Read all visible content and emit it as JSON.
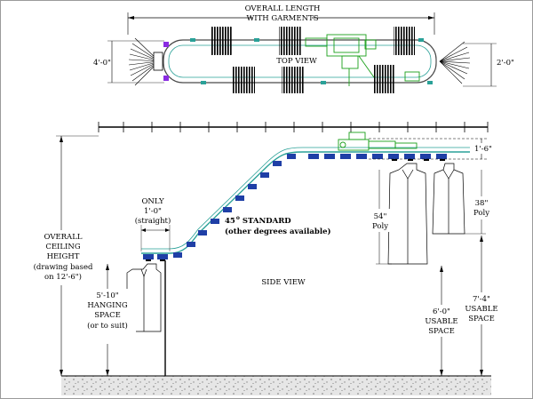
{
  "top_view": {
    "overall_length_line1": "OVERALL LENGTH",
    "overall_length_line2": "WITH GARMENTS",
    "title": "TOP VIEW",
    "width_left": "4'-0\"",
    "width_right": "2'-0\""
  },
  "side_view": {
    "title": "SIDE VIEW",
    "ceiling_line1": "OVERALL",
    "ceiling_line2": "CEILING",
    "ceiling_line3": "HEIGHT",
    "ceiling_line4": "(drawing based",
    "ceiling_line5": "on 12'-6\")",
    "only_line1": "ONLY",
    "only_line2": "1'-0\"",
    "only_line3": "(straight)",
    "angle_prefix": "45",
    "angle_suffix": "STANDARD",
    "angle_note": "(other degrees available)",
    "hang_line1": "5'-10\"",
    "hang_line2": "HANGING",
    "hang_line3": "SPACE",
    "hang_line4": "(or to suit)",
    "drive_height": "1'-6\"",
    "long_len_line1": "54\"",
    "long_len_line2": "Poly",
    "short_len_line1": "38\"",
    "short_len_line2": "Poly",
    "usable_a_line1": "6'-0\"",
    "usable_a_line2": "USABLE",
    "usable_a_line3": "SPACE",
    "usable_b_line1": "7'-4\"",
    "usable_b_line2": "USABLE",
    "usable_b_line3": "SPACE"
  },
  "colors": {
    "rail": "#2aa198",
    "drive": "#1aa01a",
    "carrier": "#1f3fa6",
    "accent": "#8a2be2"
  }
}
